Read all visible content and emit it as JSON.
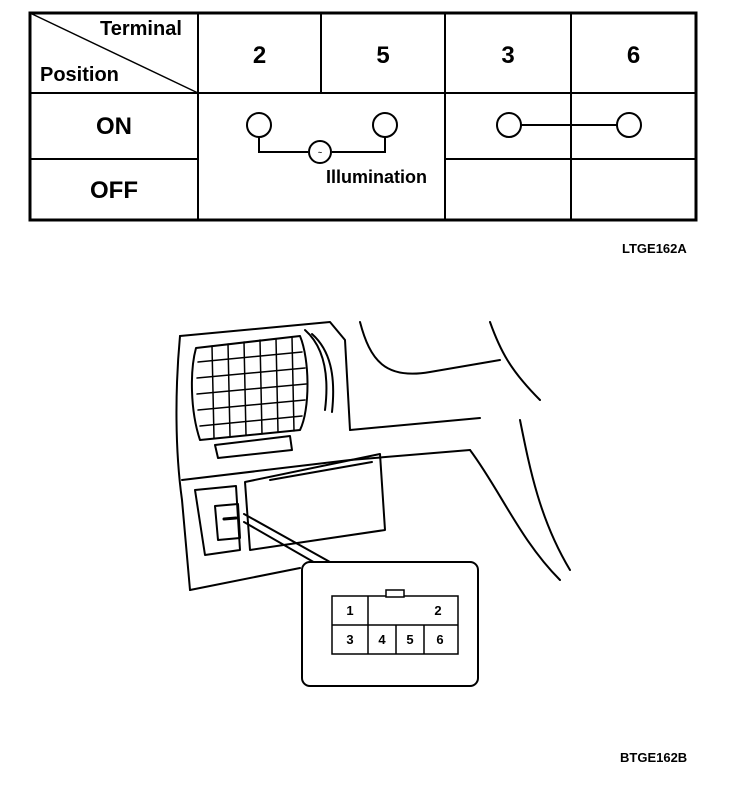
{
  "table": {
    "corner_top": "Terminal",
    "corner_bottom": "Position",
    "terminals": [
      "2",
      "5",
      "3",
      "6"
    ],
    "positions": [
      "ON",
      "OFF"
    ],
    "illumination_label": "Illumination"
  },
  "figure_codes": {
    "top": "LTGE162A",
    "bottom": "BTGE162B"
  },
  "connector": {
    "pins": [
      "1",
      "2",
      "3",
      "4",
      "5",
      "6"
    ]
  }
}
